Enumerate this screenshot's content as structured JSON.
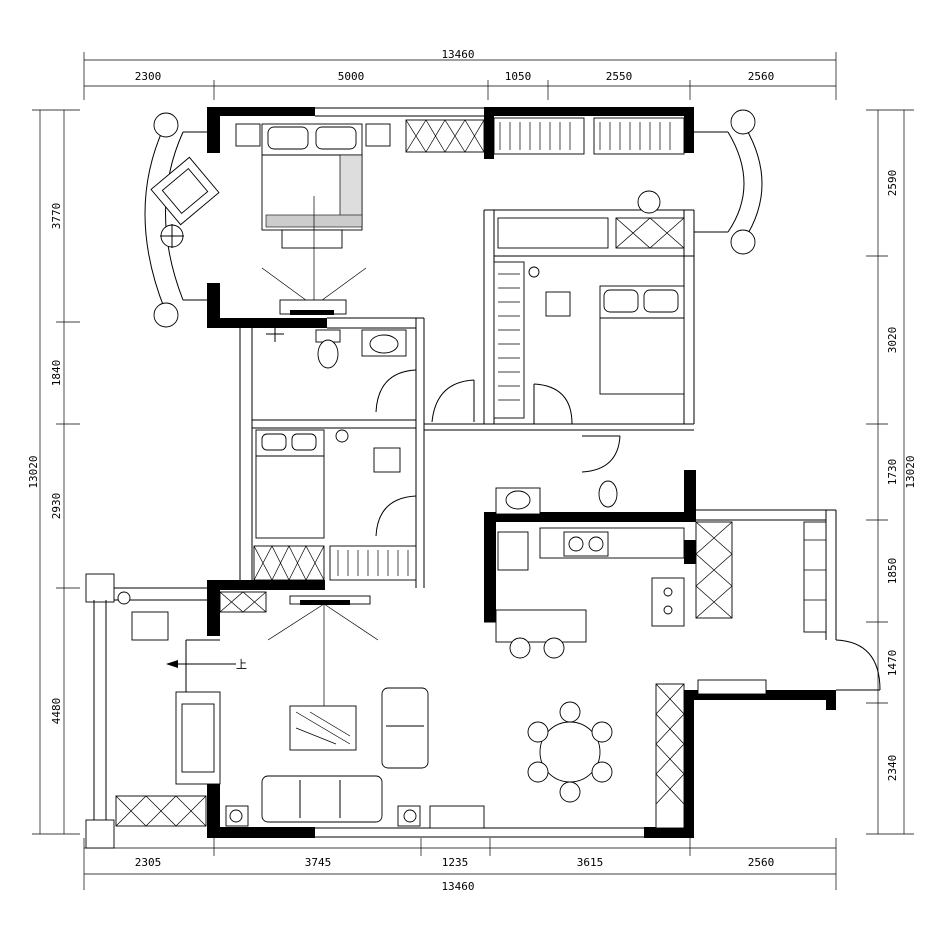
{
  "dimensions": {
    "top_total": "13460",
    "top": [
      "2300",
      "5000",
      "1050",
      "2550",
      "2560"
    ],
    "bottom": [
      "2305",
      "3745",
      "1235",
      "3615",
      "2560"
    ],
    "bottom_total": "13460",
    "left_total": "13020",
    "left": [
      "3770",
      "1840",
      "2930",
      "4480"
    ],
    "right_total": "13020",
    "right": [
      "2590",
      "3020",
      "1730",
      "1850",
      "1470",
      "2340"
    ]
  },
  "annotations": {
    "entry_mark": "上"
  },
  "colors": {
    "wall": "#000000",
    "line": "#000000",
    "background": "#ffffff"
  }
}
